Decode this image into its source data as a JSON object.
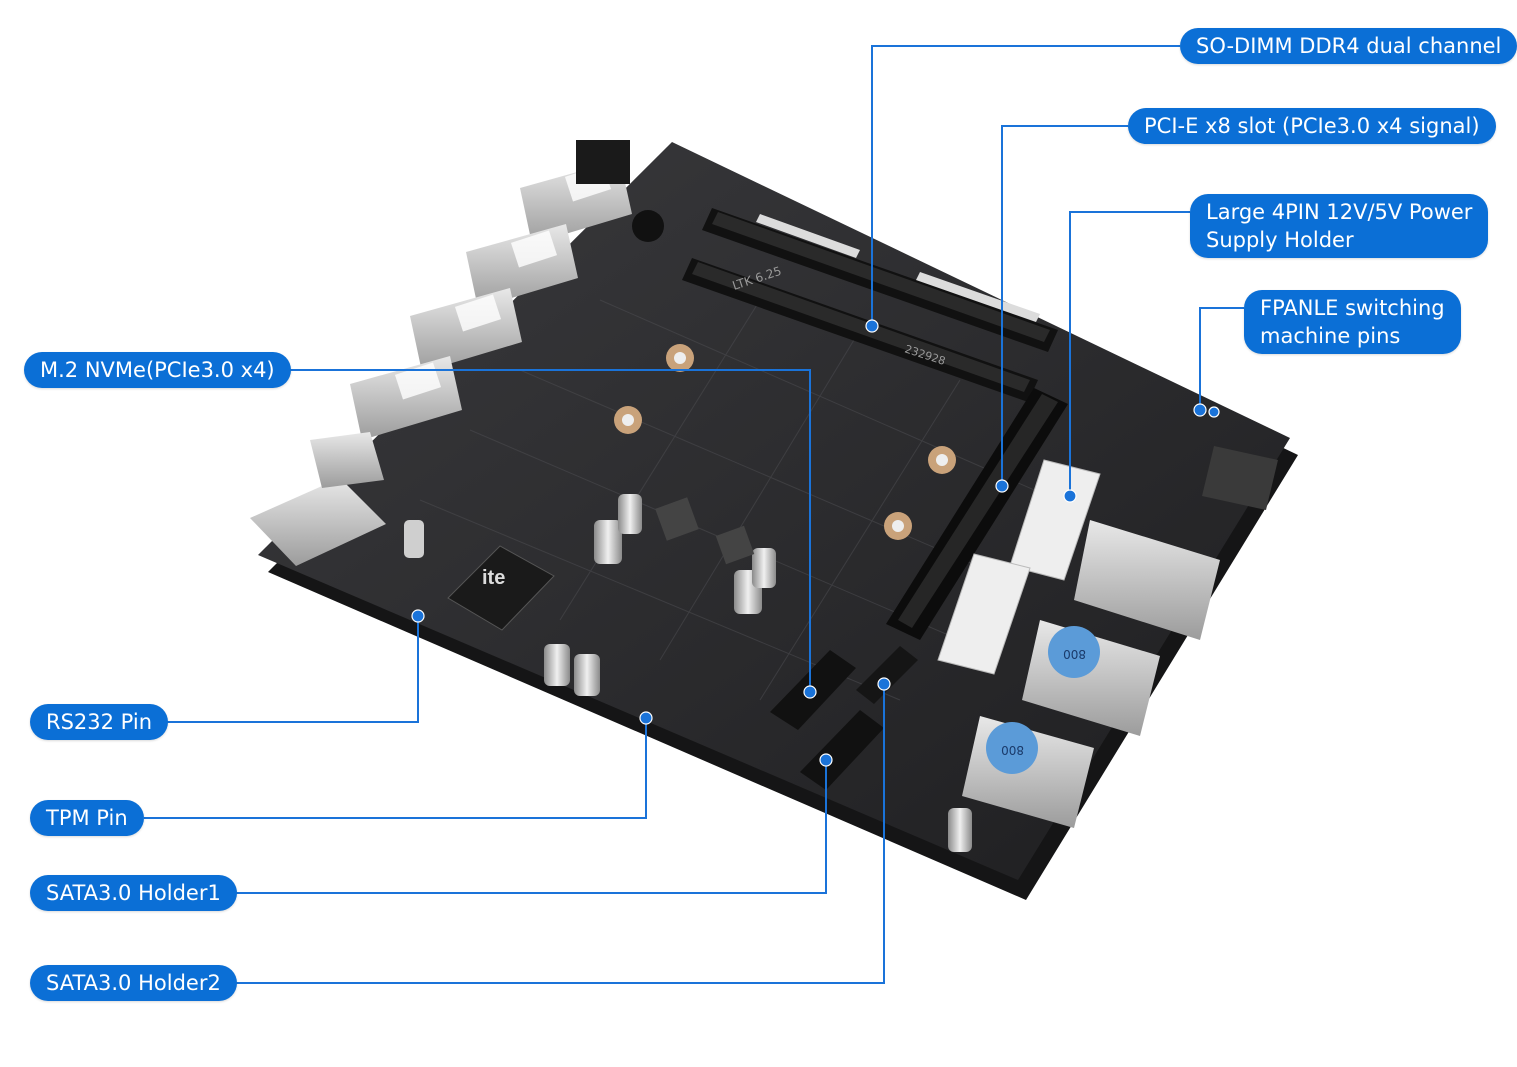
{
  "labels": {
    "sodimm": "SO-DIMM DDR4  dual channel",
    "pcie": "PCI-E x8 slot (PCIe3.0 x4 signal)",
    "power_line1": "Large 4PIN 12V/5V Power",
    "power_line2": "Supply Holder",
    "fpanel_line1": "FPANLE switching",
    "fpanel_line2": "machine pins",
    "m2": "M.2 NVMe(PCIe3.0 x4)",
    "rs232": "RS232 Pin",
    "tpm": "TPM Pin",
    "sata1": "SATA3.0 Holder1",
    "sata2": "SATA3.0 Holder2"
  },
  "board_markings": {
    "chip": "ite",
    "slot_code_1": "LTK 6.25",
    "slot_code_2": "232928",
    "usb_label": "800"
  },
  "colors": {
    "label_bg": "#0b6fd6",
    "leader": "#1a73d9",
    "pcb": "#2c2c2e"
  }
}
